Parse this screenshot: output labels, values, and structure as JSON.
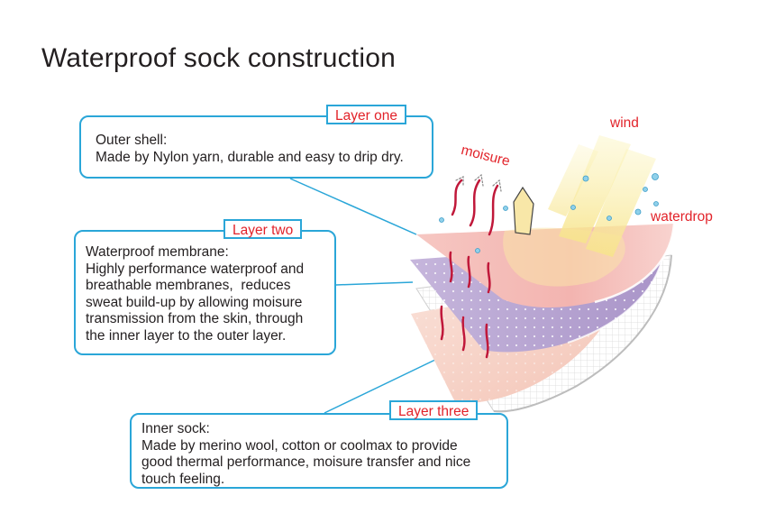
{
  "title": "Waterproof sock construction",
  "layers": [
    {
      "tag": "Layer one",
      "lines": [
        "Outer shell:",
        "Made by Nylon yarn, durable and easy to drip dry."
      ]
    },
    {
      "tag": "Layer two",
      "lines": [
        "Waterproof membrane:",
        "Highly performance waterproof and",
        "breathable membranes,  reduces",
        "sweat build-up by allowing moisure",
        "transmission from the skin, through",
        "the inner layer to the outer layer."
      ]
    },
    {
      "tag": "Layer three",
      "lines": [
        "Inner sock:",
        "Made by merino wool, cotton or coolmax to provide",
        "good thermal performance, moisure transfer and nice",
        "touch feeling."
      ]
    }
  ],
  "labels": {
    "wind": "wind",
    "moisure": "moisure",
    "waterdrop": "waterdrop"
  },
  "colors": {
    "accent_line": "#2aa6d8",
    "tag_text": "#e2232a",
    "outer_layer": "#f3b8b5",
    "membrane_layer": "#c7b0d8",
    "inner_layer": "#f6d2c7"
  }
}
